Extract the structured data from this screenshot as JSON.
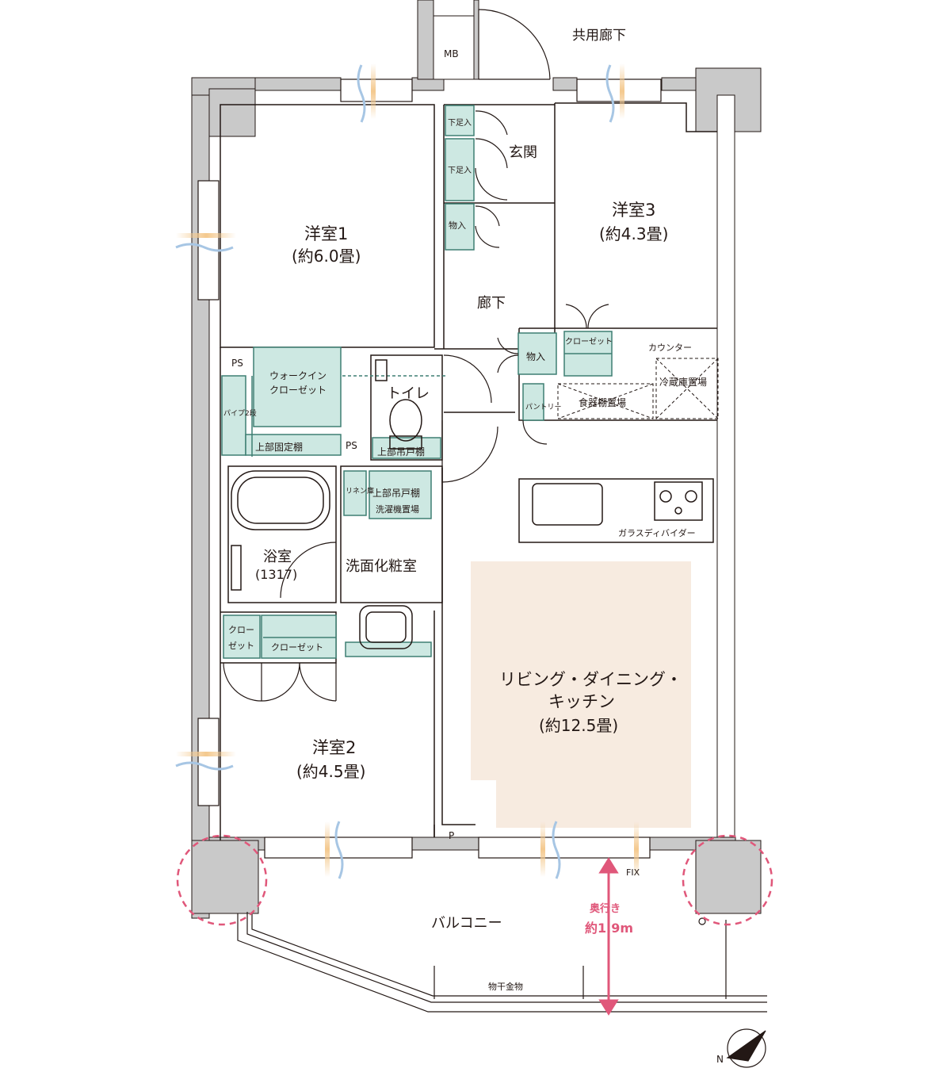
{
  "rooms": {
    "corridor_common": "共用廊下",
    "mb": "MB",
    "entrance": "玄関",
    "shoe1": "下足入",
    "shoe2": "下足入",
    "storage_entry": "物入",
    "room1_name": "洋室1",
    "room1_size": "(約6.0畳)",
    "room3_name": "洋室3",
    "room3_size": "(約4.3畳)",
    "hallway": "廊下",
    "storage_hall": "物入",
    "closet_room3": "クローゼット",
    "counter": "カウンター",
    "fridge": "冷蔵庫置場",
    "pantry": "パントリー",
    "dish_shelf": "食器棚置場",
    "ps1": "PS",
    "ps2": "PS",
    "wic_line1": "ウォークイン",
    "wic_line2": "クローゼット",
    "pipe": "パイプ2段",
    "upper_fixed_shelf": "上部固定棚",
    "toilet": "トイレ",
    "upper_cabinet1": "上部吊戸棚",
    "linen": "リネン庫",
    "upper_cabinet2": "上部吊戸棚",
    "washer": "洗濯機置場",
    "bath_name": "浴室",
    "bath_size": "(1317)",
    "washroom": "洗面化粧室",
    "glass_divider": "ガラスディバイダー",
    "closet_a_line1": "クロー",
    "closet_a_line2": "ゼット",
    "closet_b": "クローゼット",
    "ldk_line1": "リビング・ダイニング・",
    "ldk_line2": "キッチン",
    "ldk_size": "(約12.5畳)",
    "room2_name": "洋室2",
    "room2_size": "(約4.5畳)",
    "p_mark": "P",
    "fix": "FIX",
    "balcony": "バルコニー",
    "depth_label": "奥行き",
    "depth_value": "約1.9m",
    "clothes_hanger": "物干金物",
    "north": "N"
  },
  "colors": {
    "wall": "#c9c9c9",
    "storage_fill": "#cde8e2",
    "storage_stroke": "#3e7f73",
    "ldk_fill": "#f7ebe0",
    "accent_pink": "#e0577a",
    "window_warm": "#f4c98e",
    "window_cool": "#a7c6e4",
    "line": "#231815"
  }
}
